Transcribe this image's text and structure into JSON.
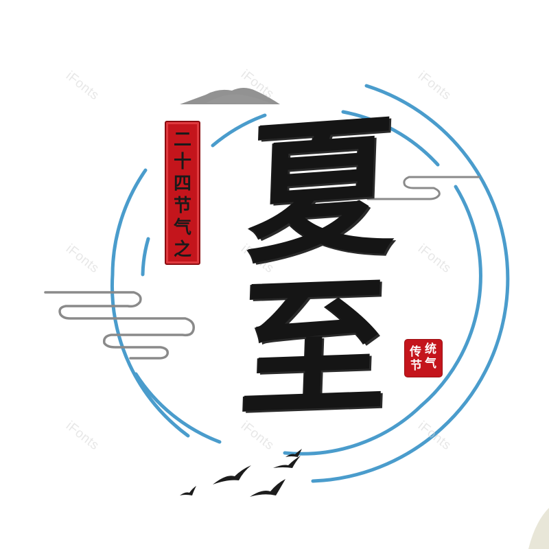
{
  "title": [
    "夏",
    "至"
  ],
  "banner": [
    "二",
    "十",
    "四",
    "节",
    "气",
    "之"
  ],
  "seal": [
    "传",
    "统",
    "节",
    "气"
  ],
  "watermark": "iFonts",
  "colors": {
    "ring": "#4a9ccc",
    "seal": "#c4151c",
    "ink": "#151515",
    "cloud": "#7a7a7a"
  }
}
